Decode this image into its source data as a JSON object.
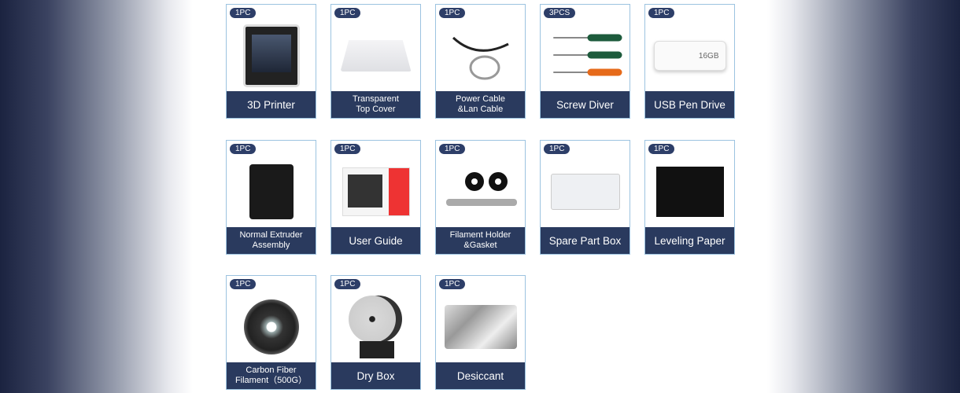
{
  "colors": {
    "label_bg": "#2a3a5e",
    "badge_bg": "#2d3e68",
    "border": "#9cc3e0"
  },
  "items": [
    {
      "qty": "1PC",
      "name": "3D Printer",
      "icon": "printer-image"
    },
    {
      "qty": "1PC",
      "name": "Transparent\nTop Cover",
      "icon": "top-cover-image"
    },
    {
      "qty": "1PC",
      "name": "Power Cable\n&Lan Cable",
      "icon": "cables-image"
    },
    {
      "qty": "3PCS",
      "name": "Screw Diver",
      "icon": "screwdriver-image"
    },
    {
      "qty": "1PC",
      "name": "USB Pen Drive",
      "icon": "usb-drive-image",
      "usb_text": "16GB"
    },
    {
      "qty": "1PC",
      "name": "Normal Extruder\nAssembly",
      "icon": "extruder-image"
    },
    {
      "qty": "1PC",
      "name": "User Guide",
      "icon": "user-guide-image"
    },
    {
      "qty": "1PC",
      "name": "Filament Holder\n&Gasket",
      "icon": "filament-holder-image"
    },
    {
      "qty": "1PC",
      "name": "Spare Part Box",
      "icon": "spare-box-image"
    },
    {
      "qty": "1PC",
      "name": "Leveling Paper",
      "icon": "leveling-paper-image"
    },
    {
      "qty": "1PC",
      "name": "Carbon Fiber\nFilament（500G）",
      "icon": "filament-spool-image"
    },
    {
      "qty": "1PC",
      "name": "Dry Box",
      "icon": "dry-box-image"
    },
    {
      "qty": "1PC",
      "name": "Desiccant",
      "icon": "desiccant-image"
    }
  ]
}
